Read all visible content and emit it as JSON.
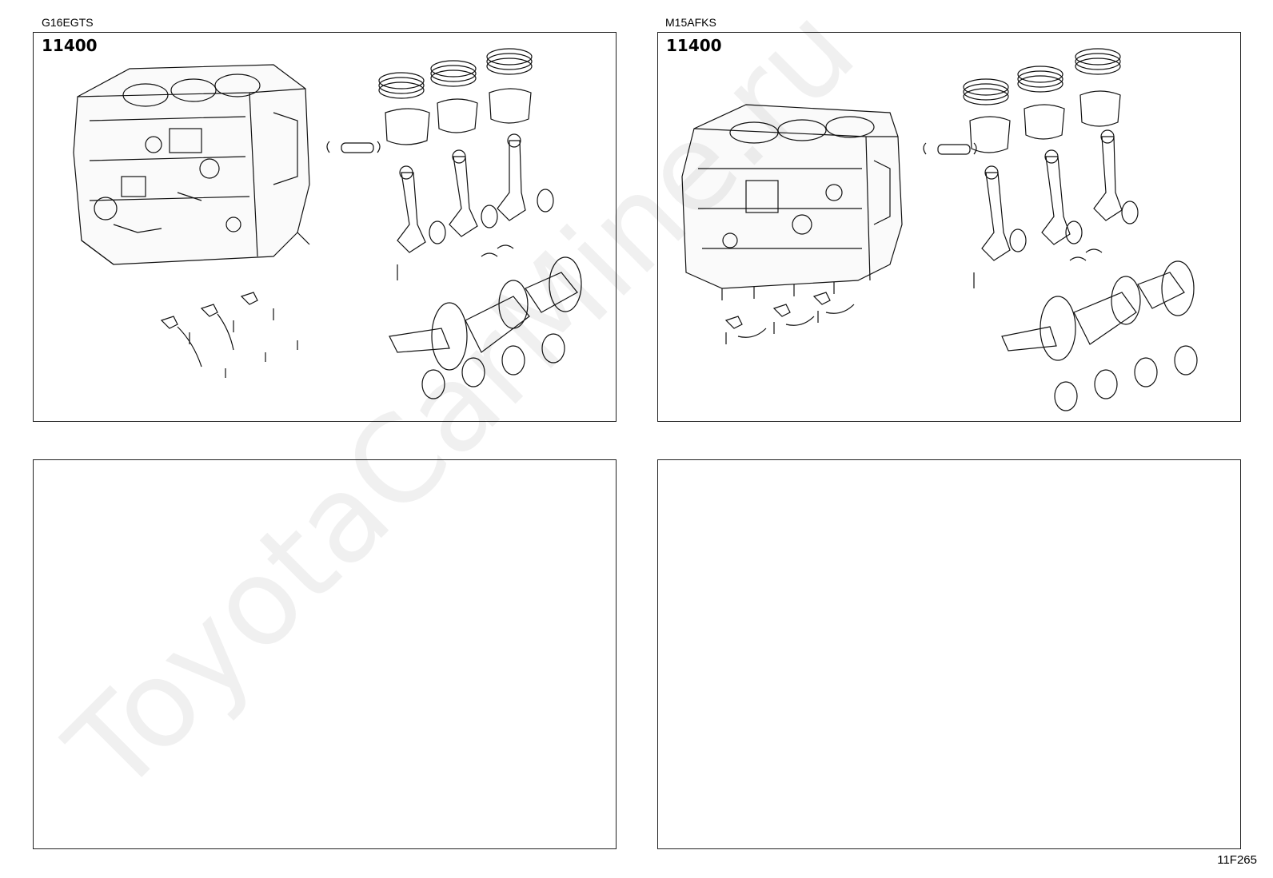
{
  "panels": [
    {
      "engine": "G16EGTS",
      "part_number": "11400"
    },
    {
      "engine": "M15AFKS",
      "part_number": "11400"
    },
    {
      "engine": "",
      "part_number": ""
    },
    {
      "engine": "",
      "part_number": ""
    }
  ],
  "figure_code": "11F265",
  "watermark": "ToyotaCarMine.ru",
  "icons": {
    "watermark": "watermark-text",
    "drawings": "exploded-parts-illustration"
  }
}
